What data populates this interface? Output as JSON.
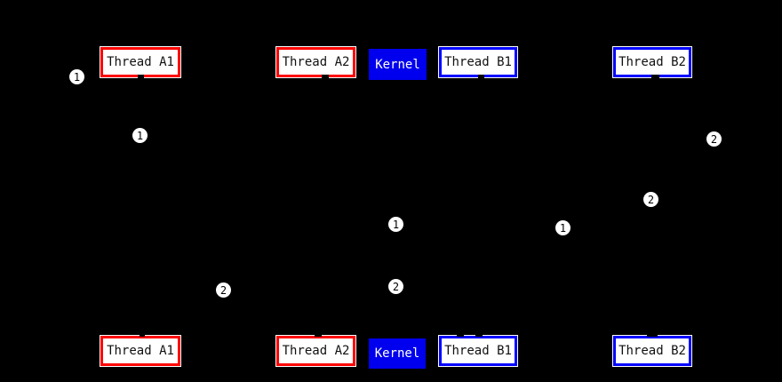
{
  "diagram_type": "sequence-diagram",
  "colors": {
    "background": "#000000",
    "line_color": "#000000",
    "thread_a_accent": "#ff0000",
    "thread_b_accent": "#0000ff",
    "kernel_fill": "#0000ee",
    "kernel_text": "#ffffff",
    "box_fill": "#ffffff",
    "box_text": "#111111",
    "badge_fill": "#ffffff",
    "badge_text": "#000000"
  },
  "actors": {
    "top": [
      {
        "label": "Thread A1",
        "group": "thread-a"
      },
      {
        "label": "Thread A2",
        "group": "thread-a"
      },
      {
        "label": "Kernel",
        "group": "kernel"
      },
      {
        "label": "Thread B1",
        "group": "thread-b"
      },
      {
        "label": "Thread B2",
        "group": "thread-b"
      }
    ],
    "bottom": [
      {
        "label": "Thread A1",
        "group": "thread-a"
      },
      {
        "label": "Thread A2",
        "group": "thread-a"
      },
      {
        "label": "Kernel",
        "group": "kernel"
      },
      {
        "label": "Thread B1",
        "group": "thread-b"
      },
      {
        "label": "Thread B2",
        "group": "thread-b"
      }
    ]
  },
  "badges": [
    {
      "label": "1"
    },
    {
      "label": "1"
    },
    {
      "label": "2"
    },
    {
      "label": "2"
    },
    {
      "label": "1"
    },
    {
      "label": "1"
    },
    {
      "label": "2"
    },
    {
      "label": "2"
    }
  ]
}
